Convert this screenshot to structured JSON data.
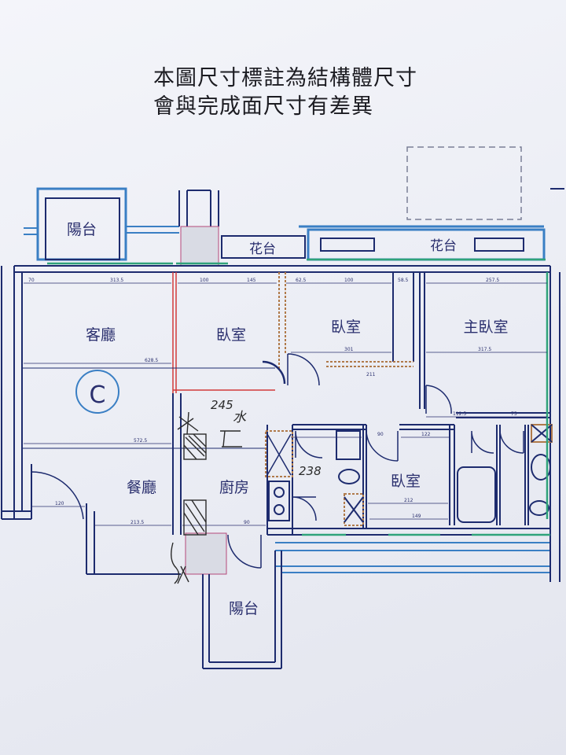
{
  "notes": {
    "line1": "本圖尺寸標註為結構體尺寸",
    "line2": "會與完成面尺寸有差異"
  },
  "unit_code": "C",
  "rooms": {
    "balcony_top": "陽台",
    "planter_1": "花台",
    "planter_2": "花台",
    "living": "客廳",
    "bedroom_1": "臥室",
    "bedroom_2": "臥室",
    "master": "主臥室",
    "dining": "餐廳",
    "kitchen": "廚房",
    "bedroom_3": "臥室",
    "balcony_bottom": "陽台"
  },
  "dimensions": {
    "d70": "70",
    "d3135": "313.5",
    "d100a": "100",
    "d145": "145",
    "d625": "62.5",
    "d100b": "100",
    "d585": "58.5",
    "d2575": "257.5",
    "d301": "301",
    "d211": "211",
    "d3175": "317.5",
    "d6285": "628.5",
    "d5725": "572.5",
    "d120": "120",
    "d2135": "213.5",
    "d90a": "90",
    "d90b": "90",
    "d122": "122",
    "d212": "212",
    "d149": "149",
    "d1125": "112.5",
    "d75": "75"
  },
  "handwriting": {
    "h1": "245",
    "h2": "水",
    "h3": "238"
  },
  "colors": {
    "wall": "#1d2b6e",
    "balcony_rail": "#3a7fc4",
    "window": "#2fa37a",
    "dim_line": "#2a2f6e",
    "red_wall": "#d23a3a",
    "pencil": "#2b2b2b"
  }
}
